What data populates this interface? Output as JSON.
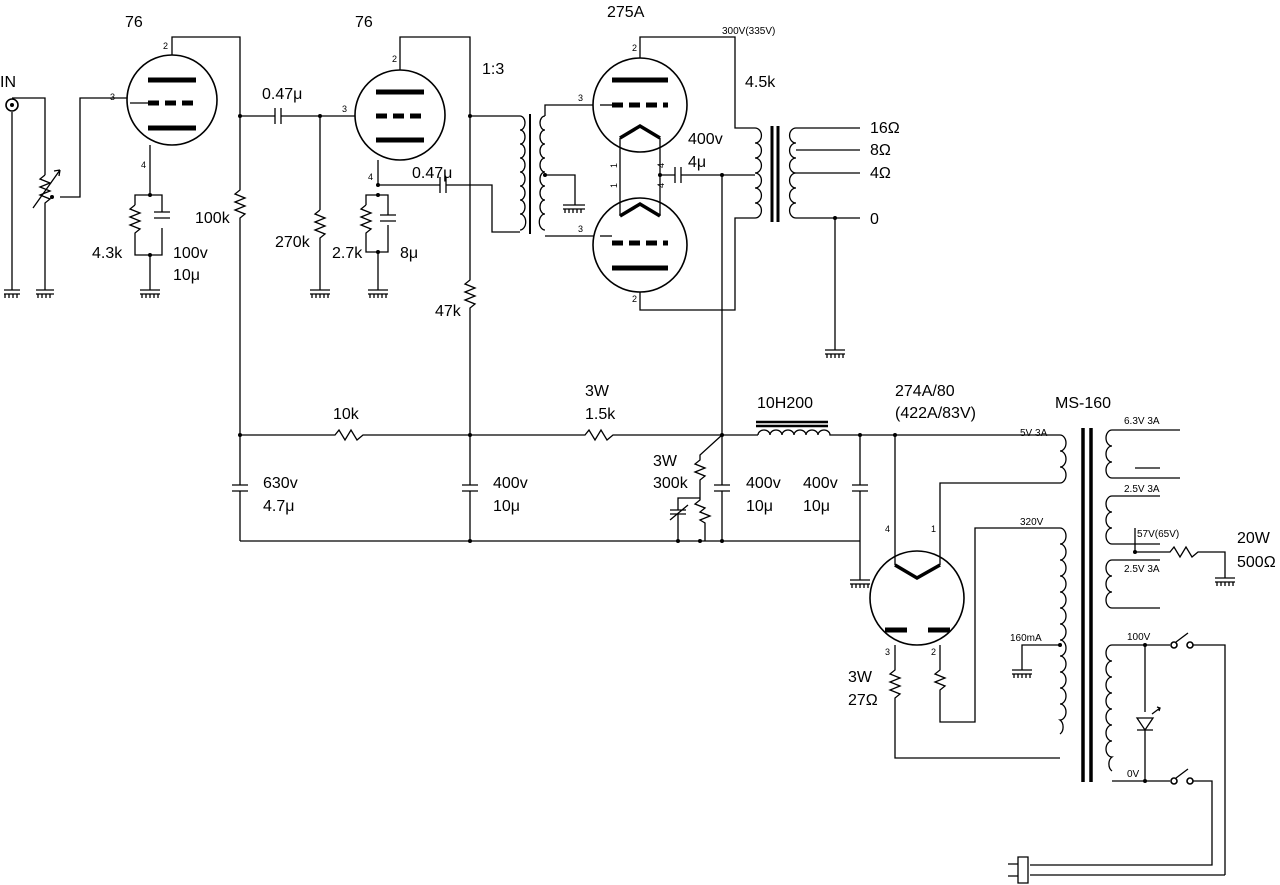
{
  "input": {
    "label": "IN"
  },
  "stage1": {
    "tube": "76",
    "cathode_resistor": "4.3k",
    "cathode_cap_voltage": "100v",
    "cathode_cap_value": "10μ",
    "plate_resistor": "100k"
  },
  "coupling": {
    "cap1": "0.47μ",
    "grid_resistor": "270k",
    "cap2": "0.47μ"
  },
  "stage2": {
    "tube": "76",
    "cathode_resistor": "2.7k",
    "cathode_cap_value": "8μ",
    "plate_resistor": "47k"
  },
  "interstage": {
    "ratio": "1:3"
  },
  "output_stage": {
    "tube": "275A",
    "plate_voltage": "300V(335V)",
    "cathode_cap_voltage": "400v",
    "cathode_cap_value": "4μ"
  },
  "output_transformer": {
    "impedance": "4.5k",
    "taps": [
      "16Ω",
      "8Ω",
      "4Ω",
      "0"
    ]
  },
  "pins": {
    "p1": "1",
    "p2": "2",
    "p3": "3",
    "p4": "4"
  },
  "supply": {
    "r_dropper1": "10k",
    "r_dropper2_power": "3W",
    "r_dropper2": "1.5k",
    "cap1_voltage": "630v",
    "cap1_value": "4.7μ",
    "cap2_voltage": "400v",
    "cap2_value": "10μ",
    "bleeder_power": "3W",
    "bleeder": "300k",
    "cap3_voltage": "400v",
    "cap3_value": "10μ",
    "cap4_voltage": "400v",
    "cap4_value": "10μ",
    "choke": "10H200"
  },
  "rectifier": {
    "tube": "274A/80",
    "alt": "(422A/83V)",
    "resistor_power": "3W",
    "resistor": "27Ω"
  },
  "power_transformer": {
    "model": "MS-160",
    "tap_5v": "5V 3A",
    "tap_6v3": "6.3V 3A",
    "tap_2v5_a": "2.5V 3A",
    "tap_57v": "57V(65V)",
    "tap_2v5_b": "2.5V 3A",
    "tap_320v": "320V",
    "tap_160ma": "160mA",
    "tap_100v": "100V",
    "tap_0v": "0V"
  },
  "load": {
    "power": "20W",
    "resistance": "500Ω"
  }
}
